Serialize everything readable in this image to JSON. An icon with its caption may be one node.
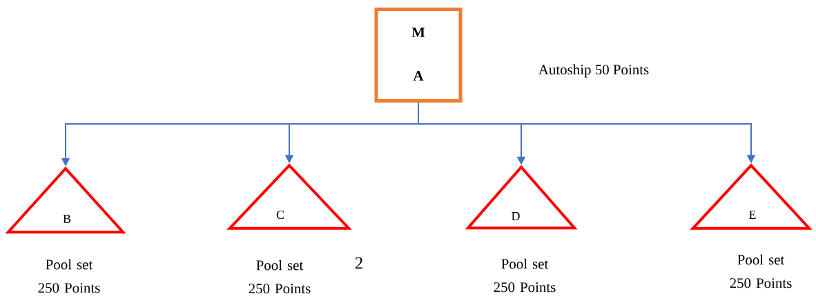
{
  "diagram": {
    "nodes": [
      {
        "text": [
          "M",
          "A"
        ]
      },
      {
        "text": [
          "B"
        ],
        "beside": [
          "Pool set 250 Points"
        ]
      },
      {
        "text": [
          "C"
        ],
        "beside": [
          "Pool set 250 Points"
        ]
      },
      {
        "text": [
          "D"
        ],
        "beside": [
          "Pool set 250 Points"
        ]
      },
      {
        "text": [
          "E"
        ],
        "beside": [
          "Pool set 250 Points"
        ]
      }
    ],
    "edges": [
      {
        "from": 0,
        "to": 1,
        "arrow": "to"
      },
      {
        "from": 0,
        "to": 2,
        "arrow": "to"
      },
      {
        "from": 0,
        "to": 3,
        "arrow": "to"
      },
      {
        "from": 0,
        "to": 4,
        "arrow": "to"
      }
    ],
    "labels": [
      "Autoship 50 Points",
      "2"
    ]
  }
}
